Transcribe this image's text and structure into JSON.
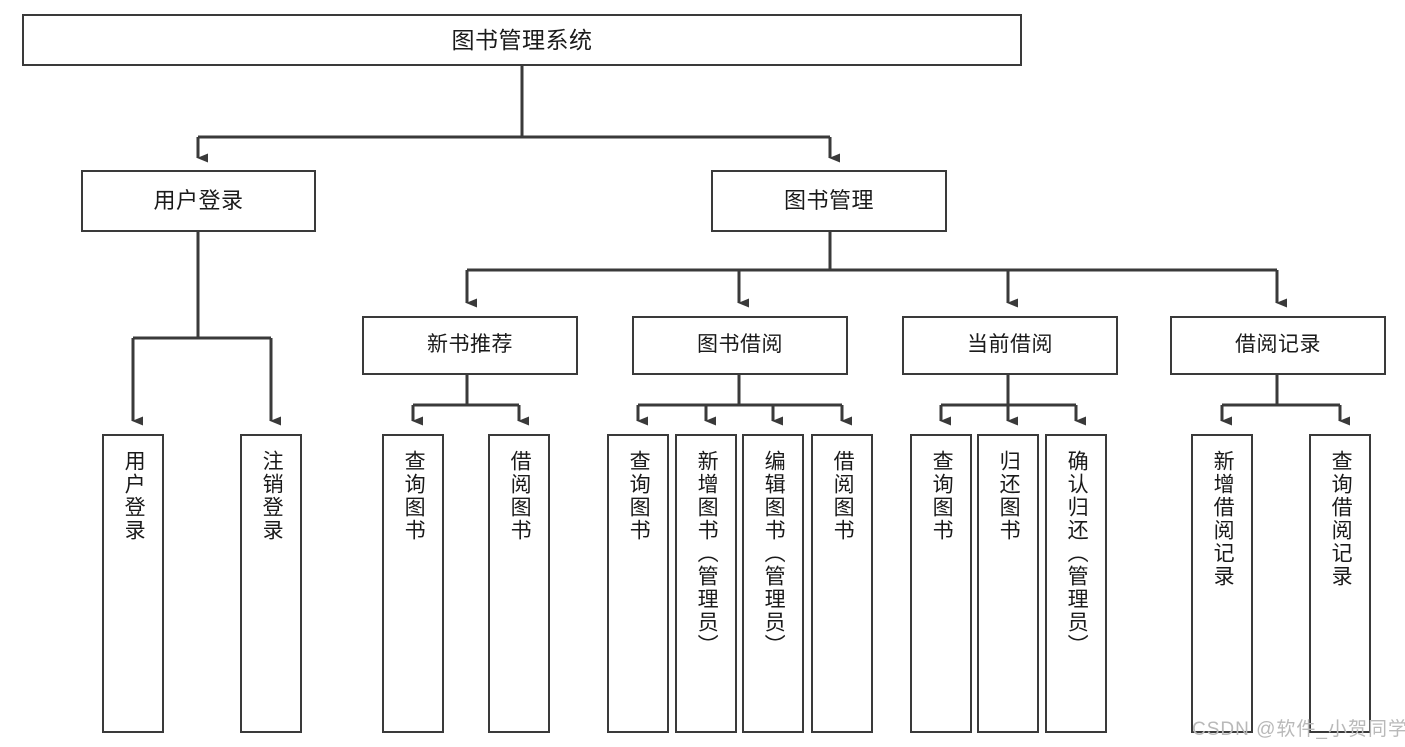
{
  "diagram": {
    "title": "图书管理系统",
    "type": "tree-hierarchy-chart",
    "colors": {
      "box_stroke": "#3a3a3a",
      "box_fill": "#ffffff",
      "edge": "#3a3a3a",
      "text": "#1a1a1a",
      "watermark": "#b9b9b9",
      "background": "#ffffff"
    },
    "root": {
      "label": "图书管理系统"
    },
    "level2": [
      {
        "label": "用户登录"
      },
      {
        "label": "图书管理"
      }
    ],
    "level3": [
      {
        "label": "新书推荐"
      },
      {
        "label": "图书借阅"
      },
      {
        "label": "当前借阅"
      },
      {
        "label": "借阅记录"
      }
    ],
    "leaves": {
      "user_login": [
        {
          "label": "用户登录"
        },
        {
          "label": "注销登录"
        }
      ],
      "new_book_recommend": [
        {
          "label": "查询图书"
        },
        {
          "label": "借阅图书"
        }
      ],
      "book_borrow": [
        {
          "label": "查询图书"
        },
        {
          "label": "新增图书（管理员）"
        },
        {
          "label": "编辑图书（管理员）"
        },
        {
          "label": "借阅图书"
        }
      ],
      "current_borrow": [
        {
          "label": "查询图书"
        },
        {
          "label": "归还图书"
        },
        {
          "label": "确认归还（管理员）"
        }
      ],
      "borrow_record": [
        {
          "label": "新增借阅记录"
        },
        {
          "label": "查询借阅记录"
        }
      ]
    }
  },
  "watermark": {
    "text": "CSDN @软件_小贺同学"
  }
}
